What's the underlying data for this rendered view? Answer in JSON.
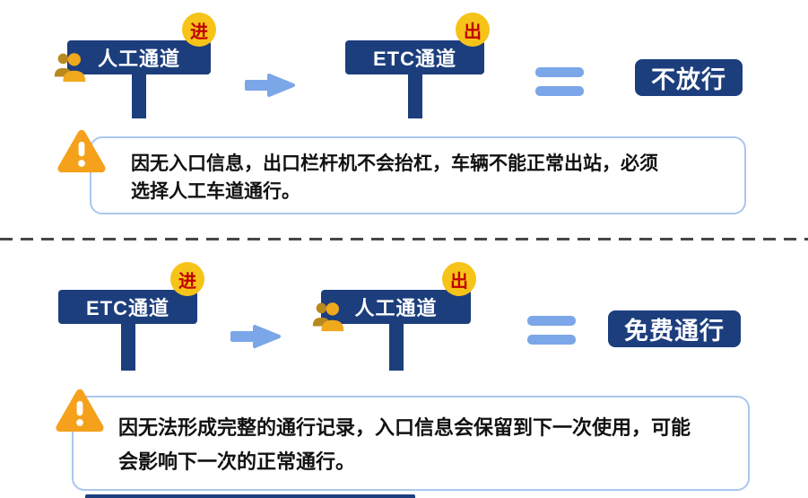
{
  "colors": {
    "sign_navy": "#1c3e7d",
    "flow_light_blue": "#7ba6e8",
    "badge_yellow": "#f6c318",
    "badge_text_red": "#c00000",
    "warning_orange": "#f5a11c",
    "note_border_blue": "#a9c7ec",
    "divider_gray": "#474747"
  },
  "icons": {
    "pedestrian": "person-silhouette",
    "warning": "exclamation-triangle",
    "arrow": "arrow-right",
    "equals": "equals-sign"
  },
  "scenarios": [
    {
      "entry": {
        "label": "人工通道",
        "badge": "进"
      },
      "exit": {
        "label": "ETC通道",
        "badge": "出"
      },
      "result": "不放行",
      "note_lines": [
        "因无入口信息，出口栏杆机不会抬杠，车辆不能正常出站，必须",
        "选择人工车道通行。"
      ]
    },
    {
      "entry": {
        "label": "ETC通道",
        "badge": "进"
      },
      "exit": {
        "label": "人工通道",
        "badge": "出"
      },
      "result": "免费通行",
      "note_lines": [
        "因无法形成完整的通行记录，入口信息会保留到下一次使用，可能",
        "会影响下一次的正常通行。"
      ]
    }
  ]
}
